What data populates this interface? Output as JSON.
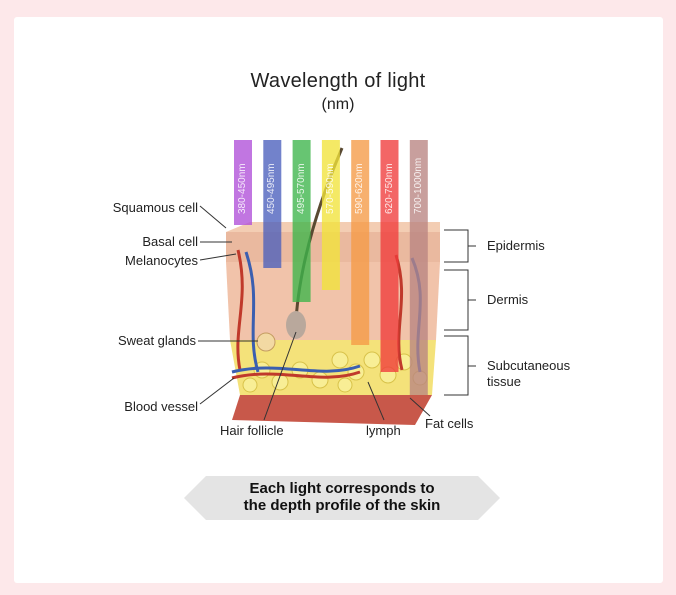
{
  "title": "Wavelength of light",
  "subtitle": "(nm)",
  "bands": [
    {
      "label": "380-450nm",
      "color": "#b04fd8"
    },
    {
      "label": "450-495nm",
      "color": "#4a5fbd"
    },
    {
      "label": "495-570nm",
      "color": "#3cb54a"
    },
    {
      "label": "570-590nm",
      "color": "#f1e33a"
    },
    {
      "label": "590-620nm",
      "color": "#f59a45"
    },
    {
      "label": "620-750nm",
      "color": "#ef3b3b"
    },
    {
      "label": "700-1000nm",
      "color": "#b88482"
    }
  ],
  "left_labels": {
    "squamous_cell": "Squamous cell",
    "basal_cell": "Basal cell",
    "melanocytes": "Melanocytes",
    "sweat_glands": "Sweat glands",
    "blood_vessel": "Blood vessel"
  },
  "bottom_labels": {
    "hair_follicle": "Hair follicle",
    "lymph": "lymph",
    "fat_cells": "Fat cells"
  },
  "layers": {
    "epidermis": "Epidermis",
    "dermis": "Dermis",
    "subcutaneous": "Subcutaneous\ntissue"
  },
  "banner": {
    "line1": "Each light corresponds to",
    "line2": "the depth profile of the skin",
    "color": "#e4e4e4"
  }
}
